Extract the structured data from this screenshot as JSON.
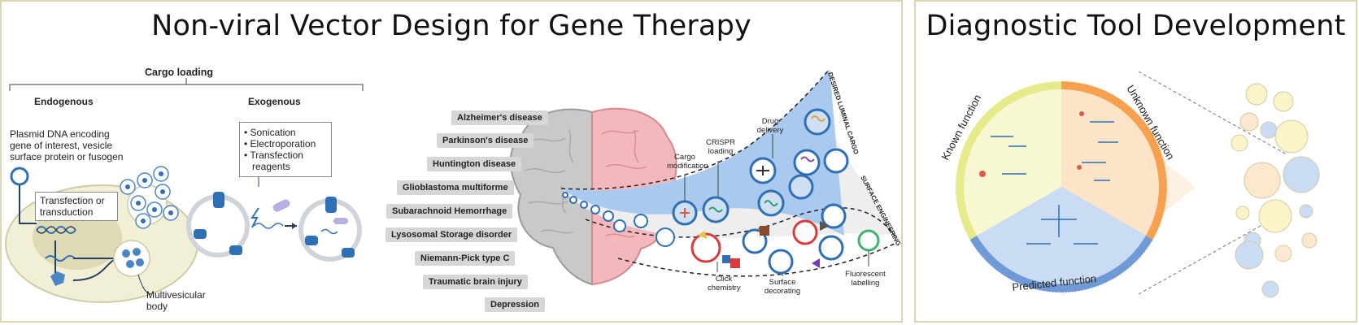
{
  "left_panel": {
    "title": "Non-viral Vector Design for Gene Therapy",
    "cargo": {
      "heading": "Cargo loading",
      "endogenous": "Endogenous",
      "exogenous": "Exogenous",
      "plasmid_lines": [
        "Plasmid DNA encoding",
        "gene of interest, vesicle",
        "surface protein or fusogen"
      ],
      "transfection_lines": [
        "Transfection or",
        "transduction"
      ],
      "methods": [
        "Sonication",
        "Electroporation",
        "Transfection",
        "reagents"
      ],
      "mvb_lines": [
        "Multivesicular",
        "body"
      ]
    },
    "diseases": [
      "Alzheimer's disease",
      "Parkinson's disease",
      "Huntington disease",
      "Glioblastoma multiforme",
      "Subarachnoid Hemorrhage",
      "Lysosomal Storage disorder",
      "Niemann-Pick type C",
      "Traumatic brain injury",
      "Depression"
    ],
    "band_labels": {
      "luminal": "DESIRED LUMINAL CARGO",
      "surface": "SURFACE ENGINEERING"
    },
    "engineering_labels": {
      "cargo_modification": [
        "Cargo",
        "modification"
      ],
      "crispr": [
        "CRISPR",
        "loading"
      ],
      "drug": [
        "Drug",
        "delivery"
      ],
      "click": [
        "Click",
        "chemistry"
      ],
      "surface_decorating": [
        "Surface",
        "decorating"
      ],
      "fluorescent": [
        "Fluorescent",
        "labelling"
      ]
    }
  },
  "right_panel": {
    "title": "Diagnostic Tool Development",
    "known": "Known function",
    "unknown": "Unknown function",
    "predicted": "Predicted function"
  },
  "colors": {
    "panel_border": "#d9d6b0",
    "known_yellow": "#e3e67a",
    "unknown_orange": "#f5a54a",
    "predicted_blue": "#5b8fd0",
    "vesicle_blue": "#2f6fb5",
    "band_blue": "#9fc3ec"
  }
}
